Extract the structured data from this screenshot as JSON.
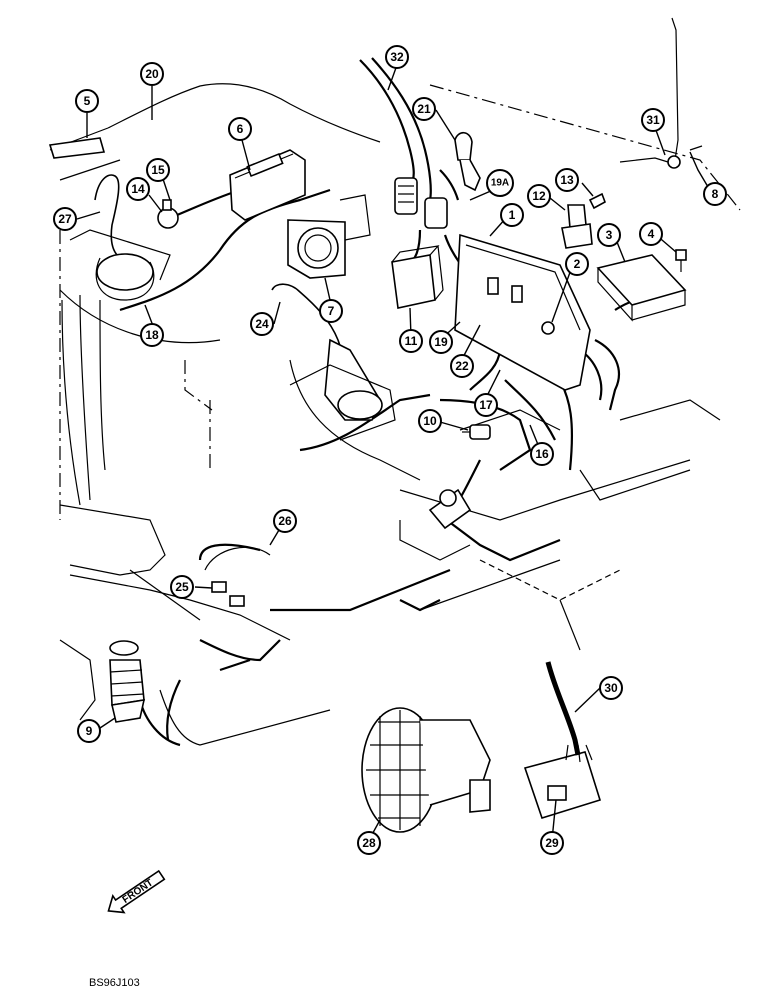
{
  "callouts": [
    "1",
    "2",
    "3",
    "4",
    "5",
    "6",
    "7",
    "8",
    "9",
    "10",
    "11",
    "12",
    "13",
    "14",
    "15",
    "16",
    "17",
    "18",
    "19",
    "19A",
    "20",
    "21",
    "22",
    "24",
    "25",
    "26",
    "27",
    "28",
    "29",
    "30",
    "31",
    "32"
  ],
  "front_label": "FRONT",
  "drawing_number": "BS96J103"
}
